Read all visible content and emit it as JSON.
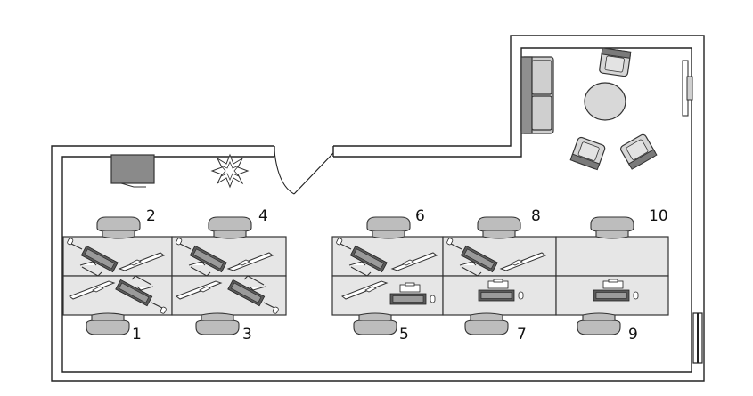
{
  "floor_plan": {
    "colors": {
      "wall": "#222222",
      "desk": "#e6e6e6",
      "chair": "#bdbdbd",
      "keyboard": "#5a5a5a",
      "cabinet": "#8a8a8a"
    },
    "workstations": [
      {
        "label": "1",
        "config": "monitor-laptop"
      },
      {
        "label": "2",
        "config": "monitor-laptop"
      },
      {
        "label": "3",
        "config": "monitor-laptop"
      },
      {
        "label": "4",
        "config": "monitor-laptop"
      },
      {
        "label": "5",
        "config": "laptop-keyboard"
      },
      {
        "label": "6",
        "config": "monitor-laptop"
      },
      {
        "label": "7",
        "config": "keyboard"
      },
      {
        "label": "8",
        "config": "monitor-laptop"
      },
      {
        "label": "9",
        "config": "keyboard"
      },
      {
        "label": "10",
        "config": "empty"
      }
    ],
    "icons": [
      "cabinet-icon",
      "plant-icon",
      "sofa-icon",
      "armchair-icon",
      "round-table-icon",
      "tv-icon",
      "window-icon",
      "door-icon"
    ]
  }
}
